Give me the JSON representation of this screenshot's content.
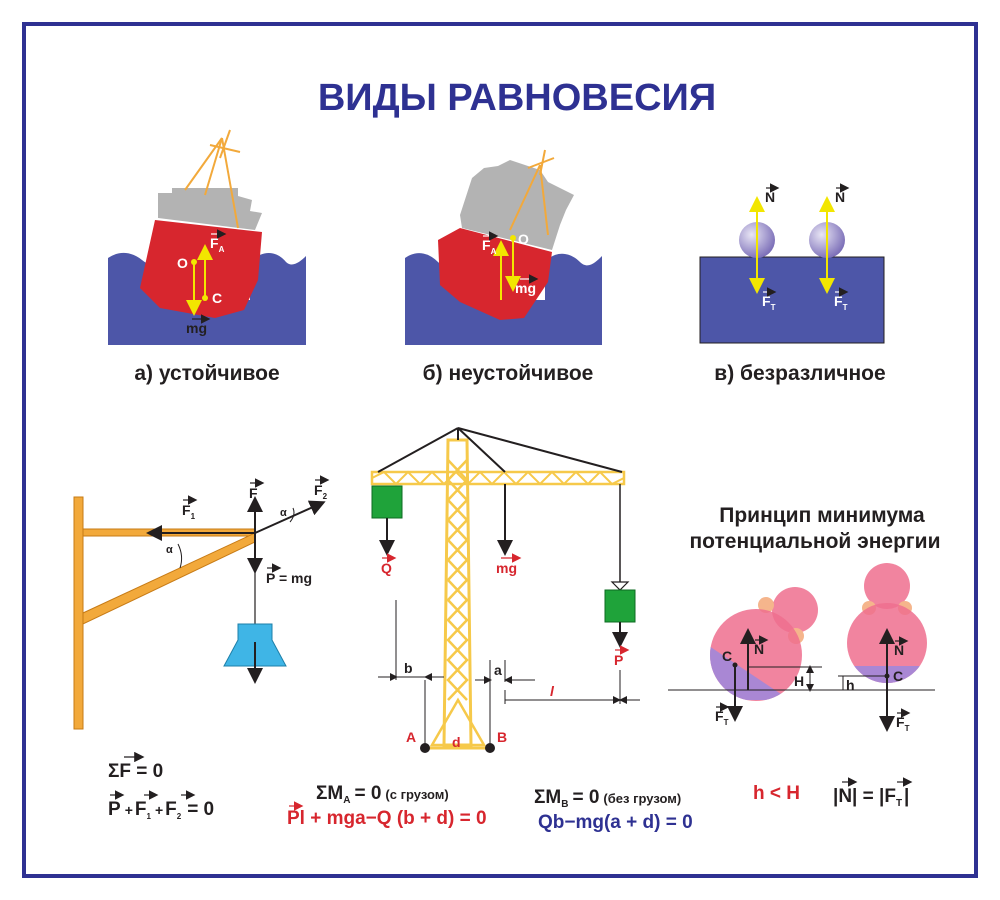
{
  "title": "ВИДЫ РАВНОВЕСИЯ",
  "captions": {
    "stable": "а) устойчивое",
    "unstable": "б) неустойчивое",
    "indifferent": "в) безразличное"
  },
  "labels": {
    "O": "O",
    "C": "C",
    "FA": "F",
    "FA_sub": "A",
    "mg": "mg",
    "N": "N",
    "FT": "F",
    "FT_sub": "Т",
    "F": "F",
    "F1": "F",
    "F1_sub": "1",
    "F2": "F",
    "F2_sub": "2",
    "alpha": "α",
    "P_mg": "P = mg",
    "Q": "Q",
    "P": "P",
    "b": "b",
    "a": "a",
    "l": "l",
    "d": "d",
    "A": "A",
    "B": "B",
    "H": "H",
    "h": "h"
  },
  "principle": {
    "line1": "Принцип минимума",
    "line2": "потенциальной энергии"
  },
  "equations": {
    "sumF": "ΣF = 0",
    "vec_P": "P",
    "vec_F1": "F",
    "vec_F1_sub": "1",
    "vec_F2": "F",
    "vec_F2_sub": "2",
    "vec_tail": "= 0",
    "plus": "+",
    "sumMA": "ΣM",
    "sumMA_sub": "A",
    "sumMA_tail": "= 0",
    "sumMA_note": "(с грузом)",
    "eqA": "Pl + mga−Q (b + d) = 0",
    "sumMB": "ΣM",
    "sumMB_sub": "B",
    "sumMB_tail": "= 0",
    "sumMB_note": "(без грузом)",
    "eqB": "Qb−mg(a + d) = 0",
    "hH": "h < H",
    "absN": "|N| = |F",
    "absN_sub": "Т",
    "absN_close": "|"
  },
  "colors": {
    "frame": "#2e3192",
    "water": "#4d56a8",
    "hull": "#d7262e",
    "deck": "#b3b3b3",
    "arrow_yellow": "#f2e600",
    "crane": "#f6c94a",
    "bracket": "#f2a93b",
    "load_green": "#1fa33a",
    "bucket": "#3fb5e6",
    "ball_pink": "#ee6f8e",
    "ball_purple": "#a987d4",
    "ball_peach": "#f5b58c"
  }
}
